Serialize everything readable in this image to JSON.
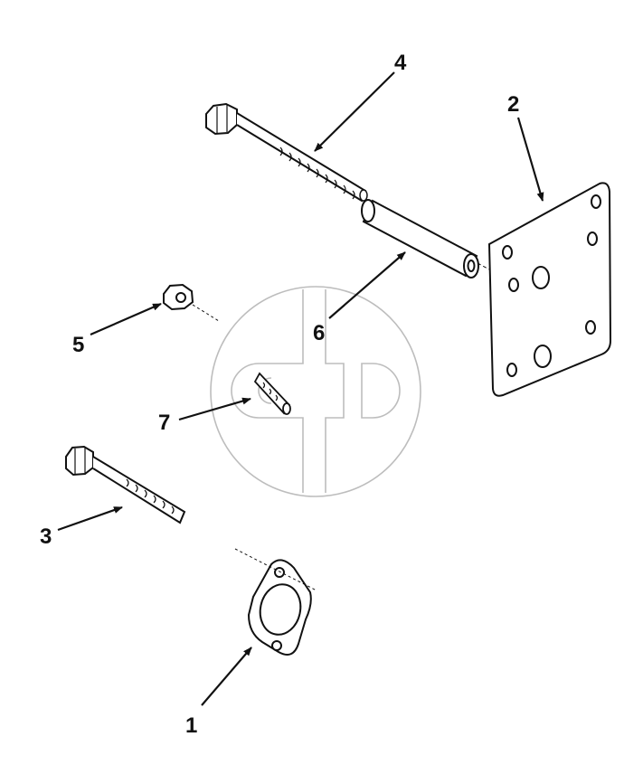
{
  "callouts": {
    "c1": "1",
    "c2": "2",
    "c3": "3",
    "c4": "4",
    "c5": "5",
    "c6": "6",
    "c7": "7"
  },
  "colors": {
    "line": "#111111",
    "watermark": "#bdbdbd",
    "background": "#ffffff"
  },
  "icons": {
    "watermark": "logo-watermark"
  }
}
